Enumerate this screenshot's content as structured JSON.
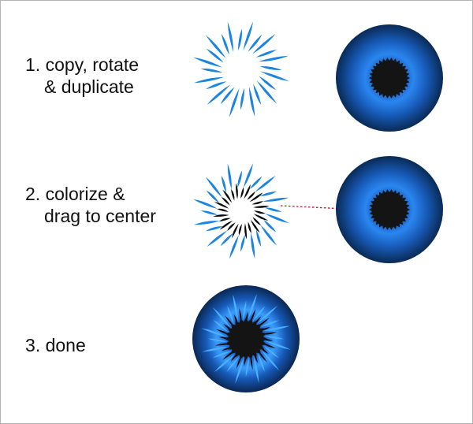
{
  "steps": [
    {
      "line1": "1. copy, rotate",
      "line2": "& duplicate"
    },
    {
      "line1": "2. colorize &",
      "line2": "drag to center"
    },
    {
      "line1": "3. done",
      "line2": ""
    }
  ],
  "colors": {
    "background": "#ffffff",
    "frame": "#b3b3b3",
    "iris_outer": "#0b2f5e",
    "iris_mid": "#1f6fd6",
    "iris_light": "#4aa6ff",
    "pupil": "#141414",
    "spike_blue": "#1b84e0",
    "spike_dark": "#0c0c0c",
    "guide_line": "#c8141e"
  },
  "icons": [
    "star-spikes-blue",
    "iris-with-pupil",
    "star-spikes-colorized",
    "iris-with-pupil-target",
    "finished-eye"
  ]
}
